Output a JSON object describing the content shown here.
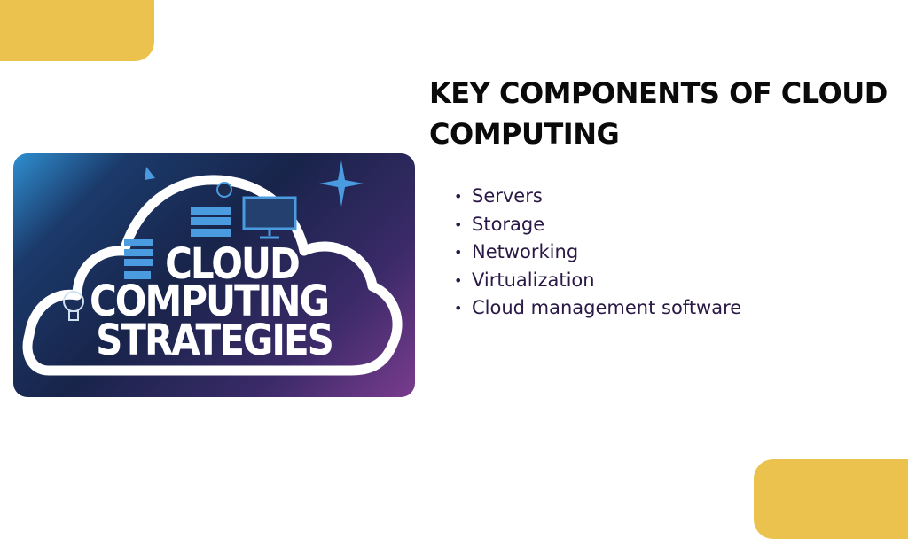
{
  "slide": {
    "title": "KEY COMPONENTS OF CLOUD COMPUTING",
    "bullet_glyph": "•",
    "bullets": [
      "Servers",
      "Storage",
      "Networking",
      "Virtualization",
      "Cloud management software"
    ]
  },
  "hero_image": {
    "lines": [
      "CLOUD",
      "COMPUTING",
      "STRATEGIES"
    ]
  },
  "colors": {
    "accent_yellow": "#ecc24f",
    "bullet_text": "#2a1845",
    "title_text": "#0a0a0a"
  }
}
